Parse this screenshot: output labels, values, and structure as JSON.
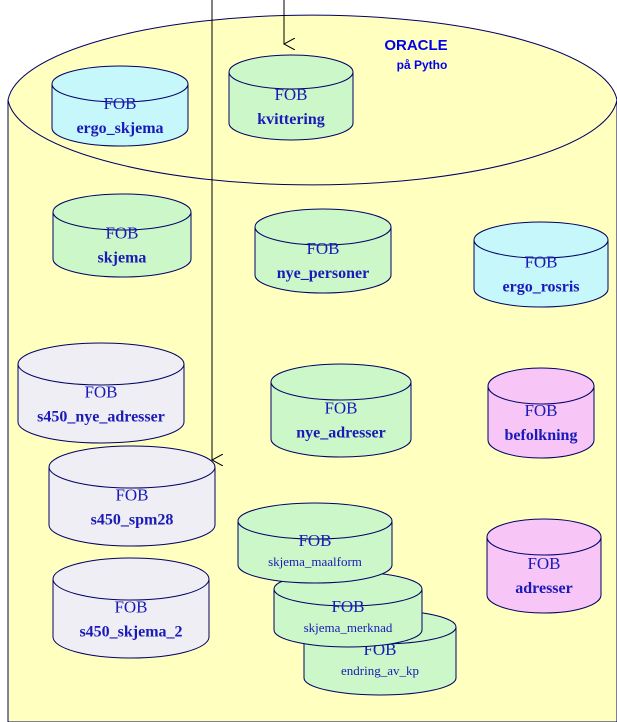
{
  "oracle": {
    "title": "ORACLE",
    "subtitle": "på Pytho"
  },
  "colors": {
    "outer_fill": "#ffffc0",
    "cyan": "#c6f7fb",
    "green": "#ccf7c8",
    "gray": "#eeeef4",
    "pink": "#f7c6f7",
    "text": "#1a1ab8",
    "stroke": "#000066"
  },
  "tables": [
    {
      "id": "ergo-skjema",
      "prefix": "FOB",
      "name": "ergo_skjema",
      "color": "cyan"
    },
    {
      "id": "kvittering",
      "prefix": "FOB",
      "name": "kvittering",
      "color": "green"
    },
    {
      "id": "skjema",
      "prefix": "FOB",
      "name": "skjema",
      "color": "green"
    },
    {
      "id": "nye-personer",
      "prefix": "FOB",
      "name": "nye_personer",
      "color": "green"
    },
    {
      "id": "ergo-rosris",
      "prefix": "FOB",
      "name": "ergo_rosris",
      "color": "cyan"
    },
    {
      "id": "s450-nye-adresser",
      "prefix": "FOB",
      "name": "s450_nye_adresser",
      "color": "gray"
    },
    {
      "id": "nye-adresser",
      "prefix": "FOB",
      "name": "nye_adresser",
      "color": "green"
    },
    {
      "id": "befolkning",
      "prefix": "FOB",
      "name": "befolkning",
      "color": "pink"
    },
    {
      "id": "s450-spm28",
      "prefix": "FOB",
      "name": "s450_spm28",
      "color": "gray"
    },
    {
      "id": "endring-av-kp",
      "prefix": "FOB",
      "name": "endring_av_kp",
      "color": "green"
    },
    {
      "id": "skjema-merknad",
      "prefix": "FOB",
      "name": "skjema_merknad",
      "color": "green"
    },
    {
      "id": "skjema-maalform",
      "prefix": "FOB",
      "name": "skjema_maalform",
      "color": "green"
    },
    {
      "id": "adresser",
      "prefix": "FOB",
      "name": "adresser",
      "color": "pink"
    },
    {
      "id": "s450-skjema-2",
      "prefix": "FOB",
      "name": "s450_skjema_2",
      "color": "gray"
    }
  ]
}
